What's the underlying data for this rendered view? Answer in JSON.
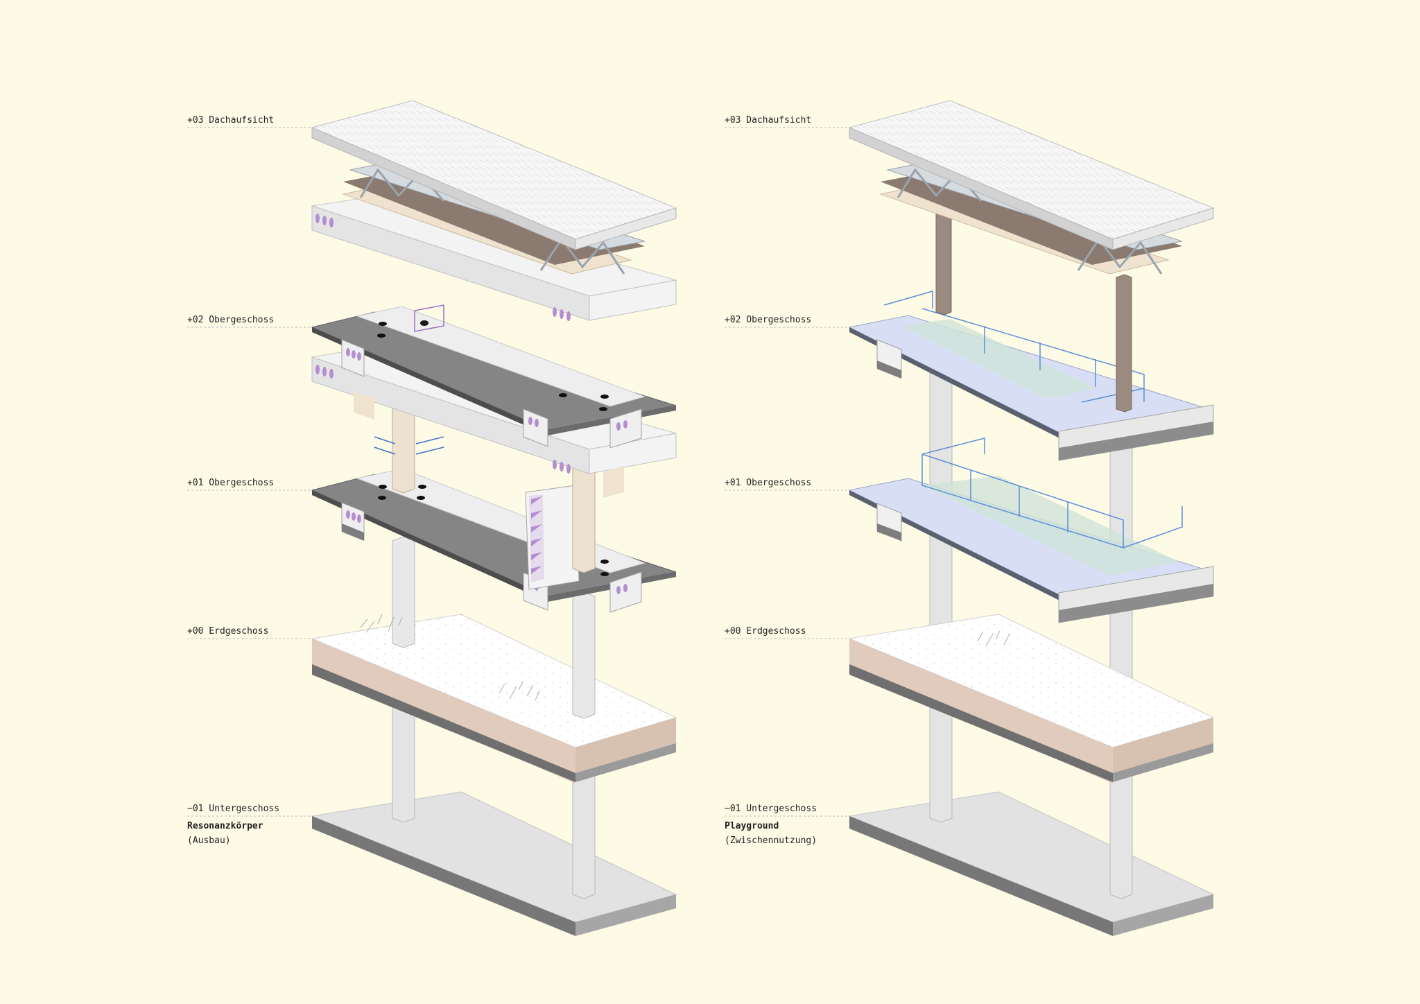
{
  "left": {
    "levels": {
      "l03": "+03 Dachaufsicht",
      "l02": "+02 Obergeschoss",
      "l01": "+01 Obergeschoss",
      "l00": "+00 Erdgeschoss",
      "lm1": "−01 Untergeschoss"
    },
    "title": "Resonanzkörper",
    "subtitle": "(Ausbau)"
  },
  "right": {
    "levels": {
      "l03": "+03 Dachaufsicht",
      "l02": "+02 Obergeschoss",
      "l01": "+01 Obergeschoss",
      "l00": "+00 Erdgeschoss",
      "lm1": "−01 Untergeschoss"
    },
    "title": "Playground",
    "subtitle": "(Zwischennutzung)"
  },
  "colors": {
    "background": "#fdfae6",
    "roof": "#f4f4f4",
    "truss": "#d6dbe0",
    "beam": "#8a7a70",
    "timber": "#efe3cf",
    "slab_dark": "#8e8e8e",
    "slab_light": "#dcdcdc",
    "ground": "#e0cbbd",
    "acoustic": "#b48fd0",
    "glass": "#d8def3",
    "railing": "#5a8fd8"
  }
}
